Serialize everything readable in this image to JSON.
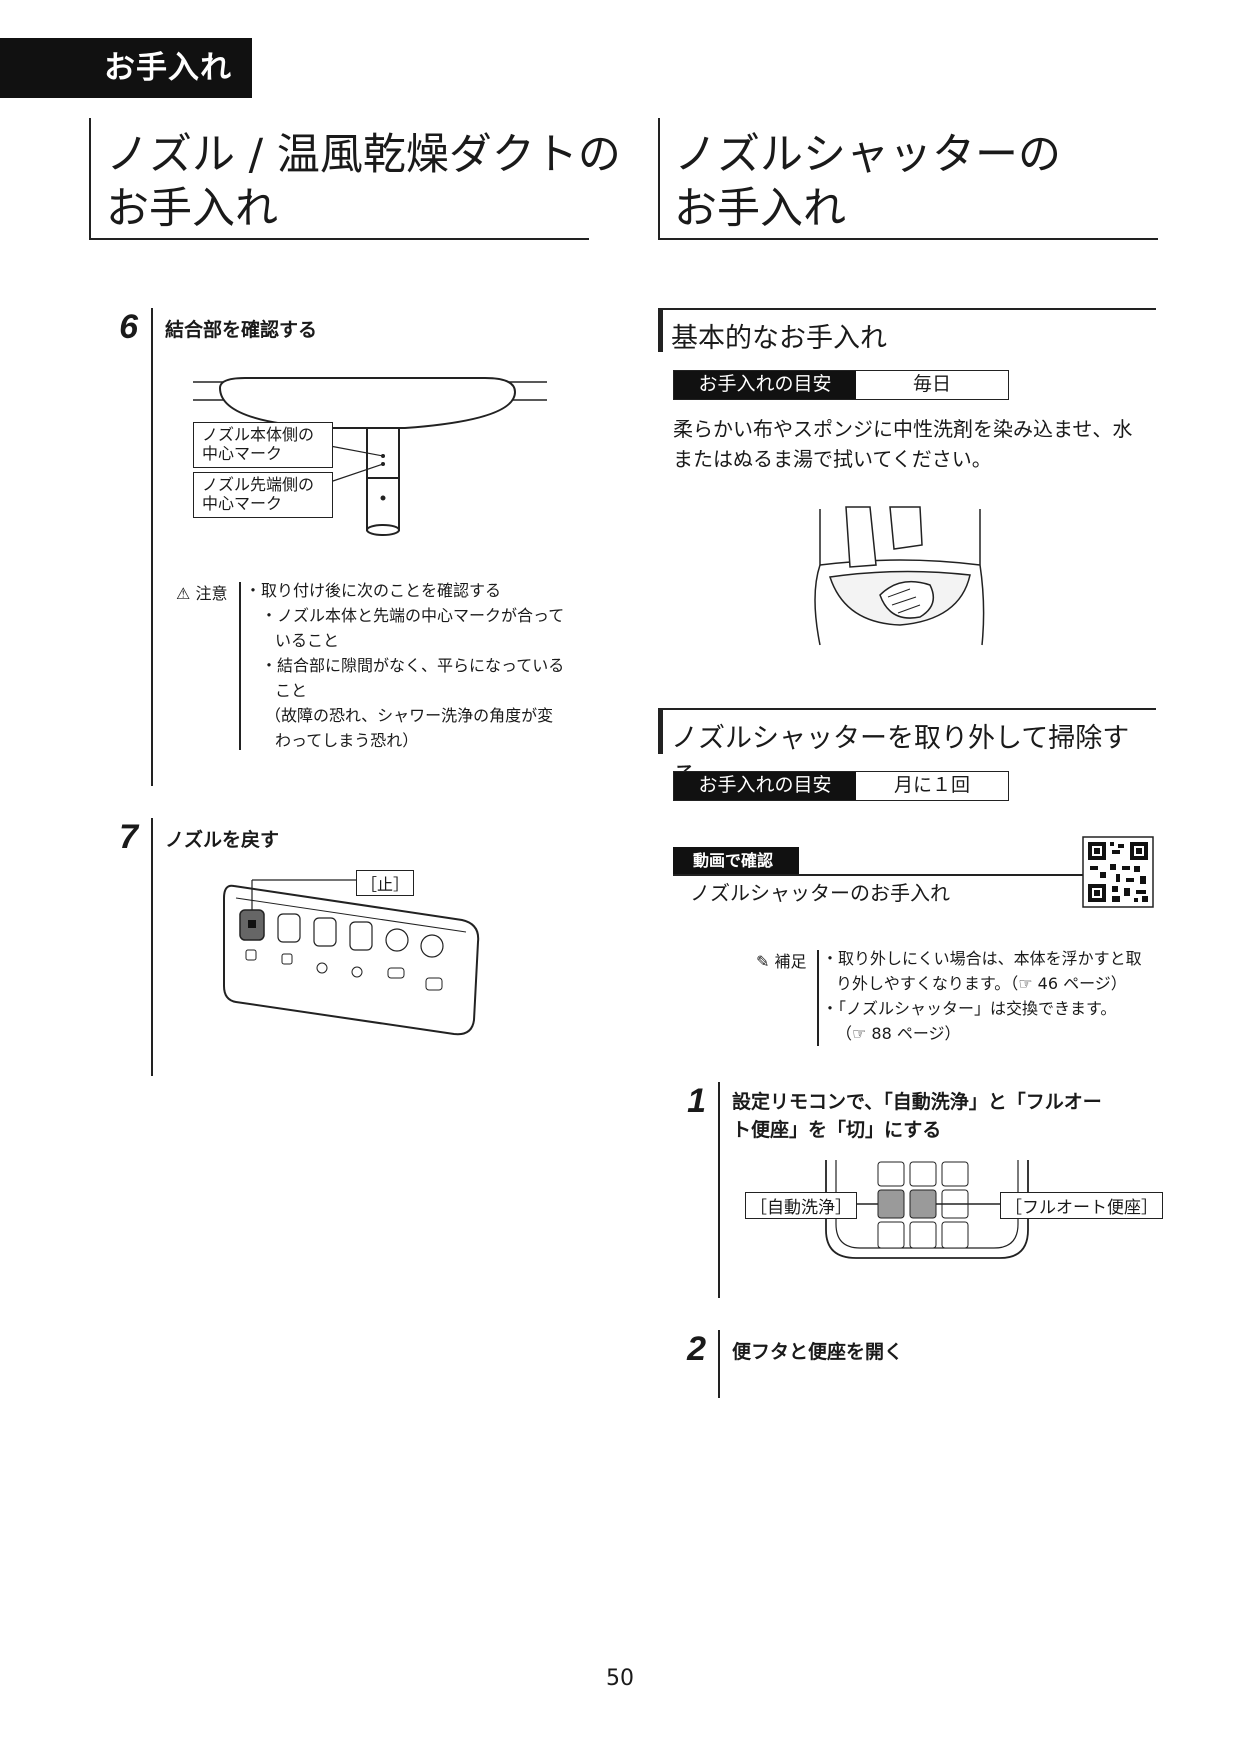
{
  "tab": {
    "label": "お手入れ"
  },
  "left": {
    "title_line1": "ノズル / 温風乾燥ダクトの",
    "title_line2": "お手入れ",
    "step6": {
      "num": "6",
      "title": "結合部を確認する",
      "callout1_l1": "ノズル本体側の",
      "callout1_l2": "中心マーク",
      "callout2_l1": "ノズル先端側の",
      "callout2_l2": "中心マーク",
      "caution_label": "注意",
      "caution_lines": [
        "・取り付け後に次のことを確認する",
        "・ノズル本体と先端の中心マークが合って",
        "いること",
        "・結合部に隙間がなく、平らになっている",
        "こと",
        "（故障の恐れ、シャワー洗浄の角度が変",
        "わってしまう恐れ）"
      ]
    },
    "step7": {
      "num": "7",
      "title": "ノズルを戻す",
      "stop_label": "［止］"
    }
  },
  "right": {
    "title_line1": "ノズルシャッターの",
    "title_line2": "お手入れ",
    "basic": {
      "heading": "基本的なお手入れ",
      "guide_label": "お手入れの目安",
      "guide_value": "毎日",
      "text_l1": "柔らかい布やスポンジに中性洗剤を染み込ませ、水",
      "text_l2": "またはぬるま湯で拭いてください。"
    },
    "removal": {
      "heading": "ノズルシャッターを取り外して掃除する",
      "guide_label": "お手入れの目安",
      "guide_value": "月に１回",
      "video_badge": "動画で確認",
      "video_title": "ノズルシャッターのお手入れ",
      "supp_label": "補足",
      "supp_lines": [
        "・取り外しにくい場合は、本体を浮かすと取",
        "り外しやすくなります。（☞ 46 ページ）",
        "・「ノズルシャッター」は交換できます。",
        "（☞ 88 ページ）"
      ],
      "step1": {
        "num": "1",
        "title_l1": "設定リモコンで、「自動洗浄」と「フルオー",
        "title_l2": "ト便座」を「切」にする",
        "left_label": "［自動洗浄］",
        "right_label": "［フルオート便座］"
      },
      "step2": {
        "num": "2",
        "title": "便フタと便座を開く"
      }
    }
  },
  "page_number": "50"
}
